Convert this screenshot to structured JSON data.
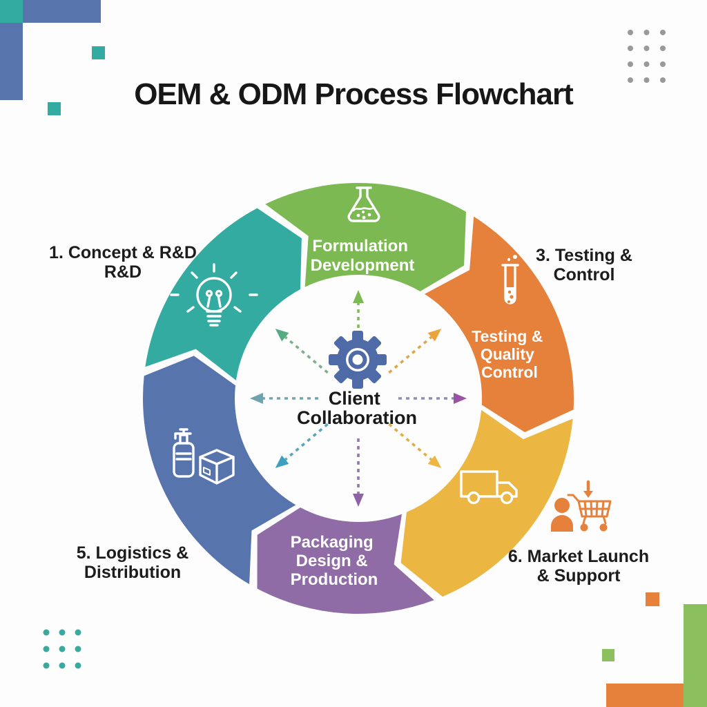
{
  "title": "OEM & ODM Process Flowchart",
  "colors": {
    "teal": "#34aba1",
    "green": "#7cb953",
    "orange": "#e6813c",
    "yellow": "#ecb643",
    "purple": "#8f6ca6",
    "blue": "#5774ad",
    "gear_blue": "#4e6ba8",
    "corner_green": "#8cc05e",
    "dot_gray": "#999999",
    "dot_teal": "#3aa99e",
    "text_dark": "#1c1c1c",
    "white": "#ffffff"
  },
  "ring": {
    "center": {
      "icon": "gear-icon",
      "label_lines": [
        "Client",
        "Collaboration"
      ]
    },
    "segments": [
      {
        "id": "concept-rd",
        "color": "teal",
        "icon": "lightbulb-icon",
        "label_lines": []
      },
      {
        "id": "formulation",
        "color": "green",
        "icon": "flask-icon",
        "label_lines": [
          "Formulation",
          "Development"
        ]
      },
      {
        "id": "testing",
        "color": "orange",
        "icon": "test-tube-icon",
        "label_lines": [
          "Testing &",
          "Quality",
          "Control"
        ]
      },
      {
        "id": "delivery",
        "color": "yellow",
        "icon": "truck-icon",
        "label_lines": []
      },
      {
        "id": "packaging",
        "color": "purple",
        "icon": null,
        "label_lines": [
          "Packaging",
          "Design &",
          "Production"
        ]
      },
      {
        "id": "logistics",
        "color": "blue",
        "icon": "bottle-box-icon",
        "label_lines": []
      }
    ]
  },
  "hub_arrows": [
    {
      "dir": "up",
      "dash": "#86b860",
      "head": "#7cb953"
    },
    {
      "dir": "up-left",
      "dash": "#7fae8f",
      "head": "#55ab82"
    },
    {
      "dir": "up-right",
      "dash": "#d9a94f",
      "head": "#eba33c"
    },
    {
      "dir": "left",
      "dash": "#74a4ae",
      "head": "#6fa3ad"
    },
    {
      "dir": "right",
      "dash": "#8b90b3",
      "head": "#9a52a5"
    },
    {
      "dir": "down-left",
      "dash": "#5ba4ba",
      "head": "#3f9fc0"
    },
    {
      "dir": "down-right",
      "dash": "#dfae45",
      "head": "#ecb643"
    },
    {
      "dir": "down",
      "dash": "#9179ab",
      "head": "#8f62a8"
    }
  ],
  "outer_labels": {
    "concept": {
      "lines": [
        "1. Concept & R&D",
        "R&D"
      ]
    },
    "testing": {
      "lines": [
        "3. Testing &",
        "Control"
      ]
    },
    "logistics": {
      "lines": [
        "5. Logistics &",
        "Distribution"
      ]
    },
    "market": {
      "lines": [
        "6. Market Launch",
        "& Support"
      ]
    }
  },
  "decor": {
    "top_right_dots": {
      "cols": 3,
      "rows": 4,
      "color": "dot_gray"
    },
    "bottom_left_dots": {
      "cols": 3,
      "rows": 3,
      "color": "dot_teal"
    }
  }
}
